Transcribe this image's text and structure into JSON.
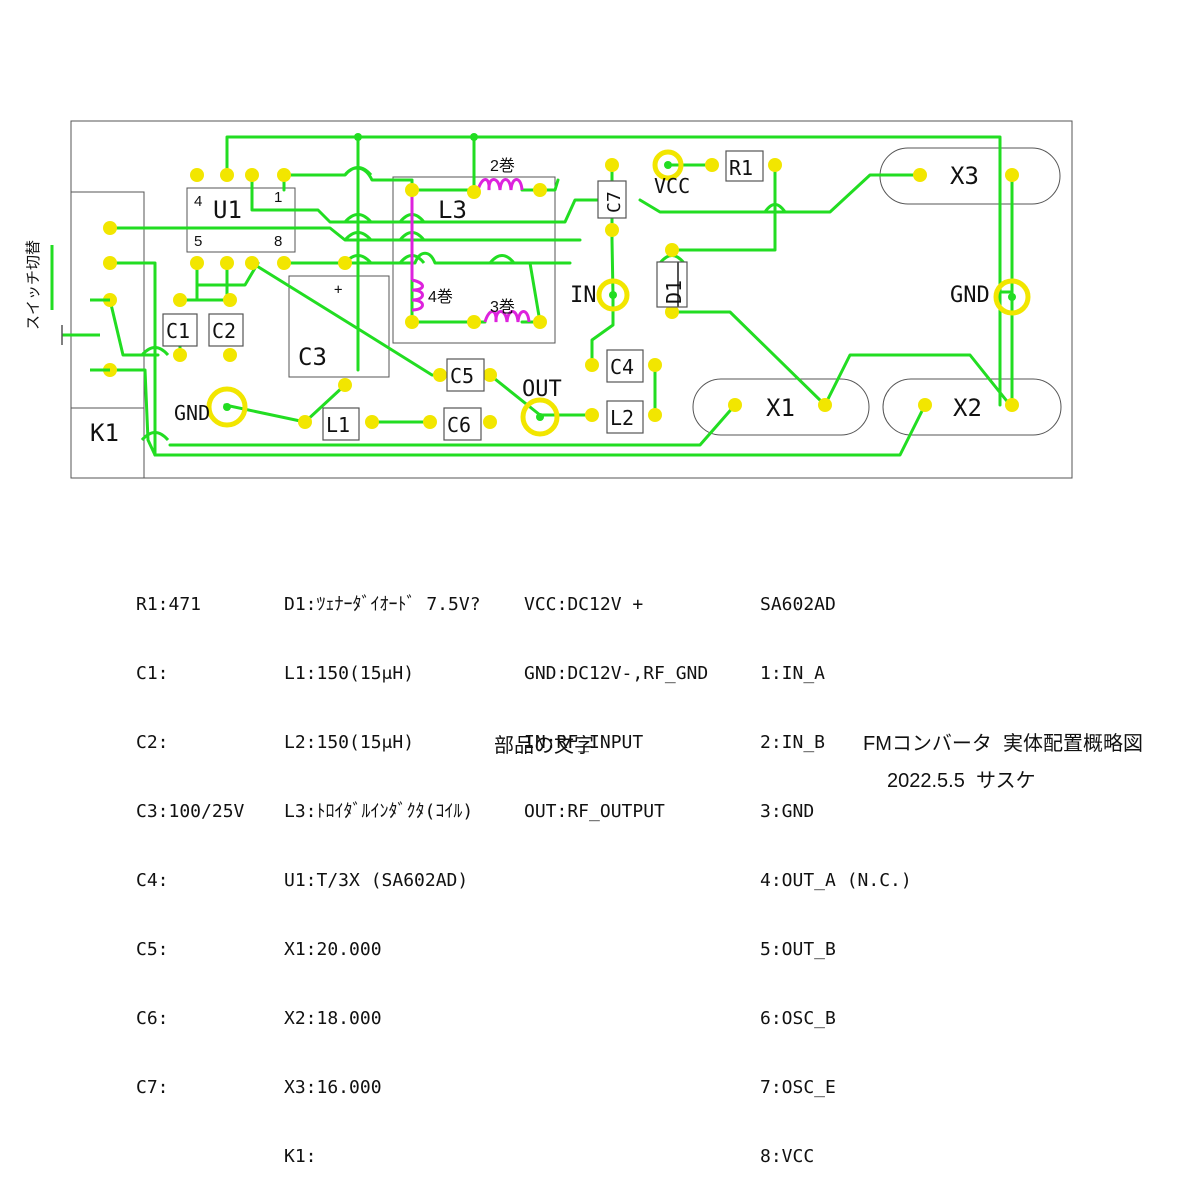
{
  "colors": {
    "trace": "#22dd22",
    "pad": "#f2e600",
    "coil": "#dd22dd",
    "outline": "#555555"
  },
  "labels": {
    "u1": "U1",
    "u1_pin4": "4",
    "u1_pin1": "1",
    "u1_pin5": "5",
    "u1_pin8": "8",
    "l3": "L3",
    "turns2": "2巻",
    "turns4": "4巻",
    "turns3": "3巻",
    "c7": "C7",
    "vcc": "VCC",
    "r1": "R1",
    "x3": "X3",
    "x1": "X1",
    "x2": "X2",
    "gnd_right": "GND",
    "gnd_left": "GND",
    "in": "IN",
    "d1": "D1",
    "c1": "C1",
    "c2": "C2",
    "c3": "C3",
    "c3_plus": "+",
    "c4": "C4",
    "c5": "C5",
    "c6": "C6",
    "l1": "L1",
    "l2": "L2",
    "out": "OUT",
    "k1": "K1",
    "switch_side": "スイッチ切替"
  },
  "legend": {
    "col1": [
      "R1:471",
      "C1:",
      "C2:",
      "C3:100/25V",
      "C4:",
      "C5:",
      "C6:",
      "C7:"
    ],
    "col2": [
      "D1:ﾂｪﾅｰﾀﾞｲｵｰﾄﾞ 7.5V?",
      "L1:150(15μH)",
      "L2:150(15μH)",
      "L3:ﾄﾛｲﾀﾞﾙｲﾝﾀﾞｸﾀ(ｺｲﾙ)",
      "U1:T/3X (SA602AD)",
      "X1:20.000",
      "X2:18.000",
      "X3:16.000",
      "K1:"
    ],
    "col3": [
      "VCC:DC12V +",
      "GND:DC12V-,RF_GND",
      "IN:RF_INPUT",
      "OUT:RF_OUTPUT"
    ],
    "col4": [
      "SA602AD",
      "1:IN_A",
      "2:IN_B",
      "3:GND",
      "4:OUT_A (N.C.)",
      "5:OUT_B",
      "6:OSC_B",
      "7:OSC_E",
      "8:VCC"
    ]
  },
  "captions": {
    "parts_text": "部品の文字",
    "title": "FMコンバータ  実体配置概略図",
    "date_author": "2022.5.5  サスケ"
  }
}
